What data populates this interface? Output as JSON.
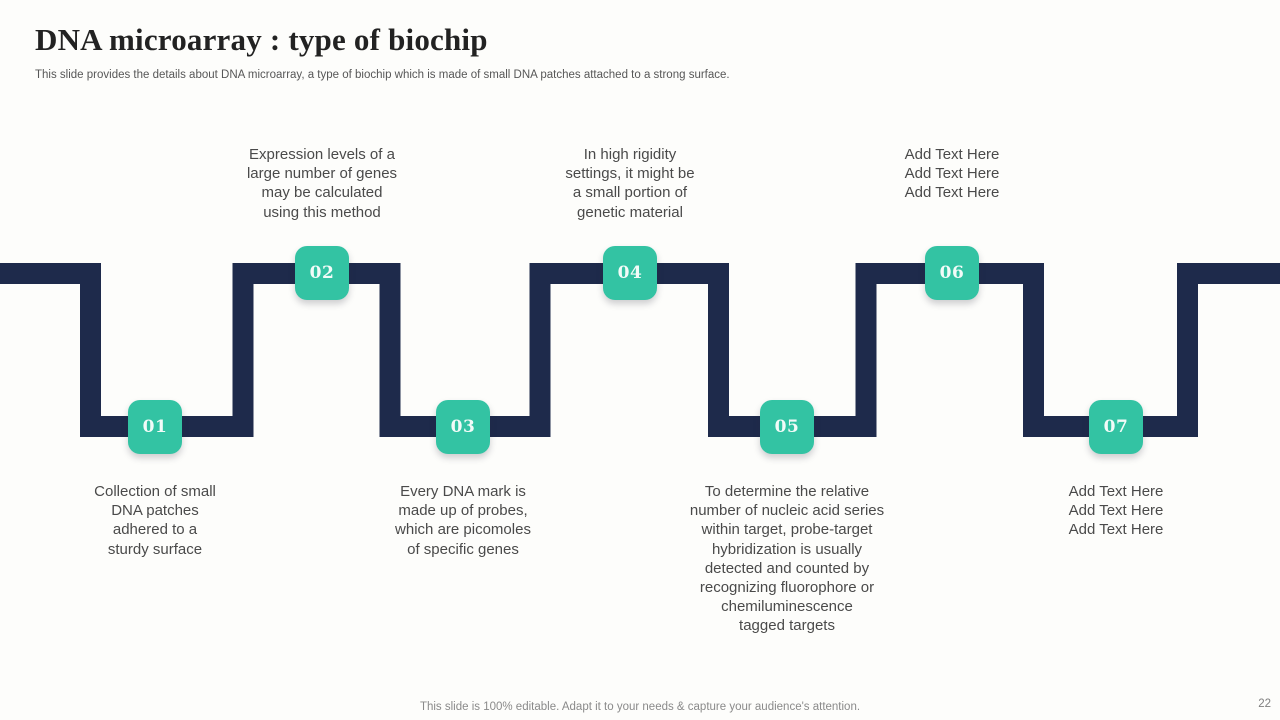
{
  "slide": {
    "title": "DNA microarray : type of biochip",
    "subtitle": "This slide provides the details about DNA microarray, a type of biochip which is made of small DNA patches attached to a strong surface.",
    "footer_note": "This slide is 100% editable. Adapt it to your needs & capture your audience's attention.",
    "page_number": "22"
  },
  "colors": {
    "accent_teal": "#33c3a3",
    "line_navy": "#1e2a4b",
    "body_text": "#4a4a4a",
    "muted_text": "#8a8a8a"
  },
  "steps": [
    {
      "number": "01",
      "position": "bottom",
      "text": "Collection of small\nDNA patches\nadhered to a\nsturdy surface"
    },
    {
      "number": "02",
      "position": "top",
      "text": "Expression levels of a\nlarge number of genes\nmay be calculated\nusing this method"
    },
    {
      "number": "03",
      "position": "bottom",
      "text": "Every DNA mark is\nmade up of probes,\nwhich are picomoles\nof specific genes"
    },
    {
      "number": "04",
      "position": "top",
      "text": "In high rigidity\nsettings, it might be\na small portion of\ngenetic material"
    },
    {
      "number": "05",
      "position": "bottom",
      "text": "To determine the relative\nnumber of nucleic acid series\nwithin target, probe-target\nhybridization is usually\ndetected and counted by\nrecognizing fluorophore or\nchemiluminescence\ntagged targets"
    },
    {
      "number": "06",
      "position": "top",
      "text": "Add Text Here\nAdd Text Here\nAdd Text Here"
    },
    {
      "number": "07",
      "position": "bottom",
      "text": "Add Text Here\nAdd Text Here\nAdd Text Here"
    }
  ]
}
